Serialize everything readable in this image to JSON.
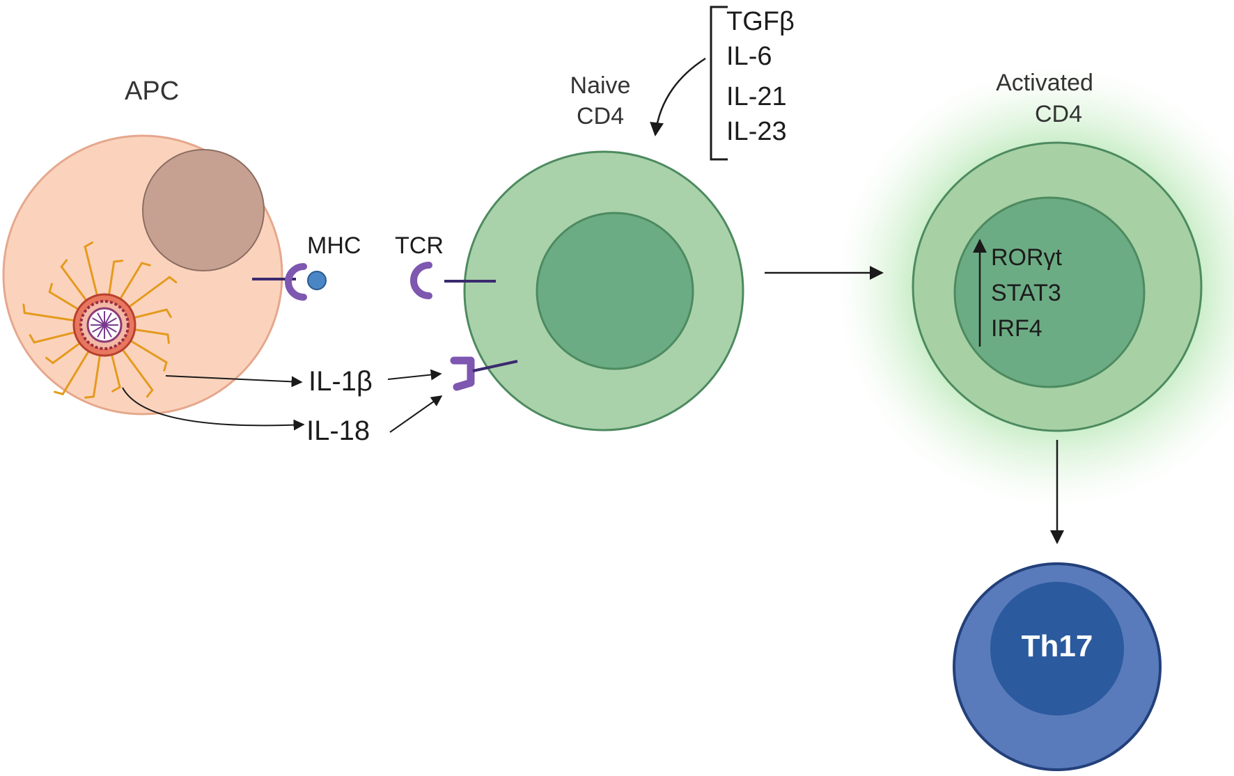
{
  "colors": {
    "apc_fill": "#fbd3bd",
    "apc_stroke": "#e5a78c",
    "apc_nucleus": "#c6a192",
    "tcell_outer": "#a9d2ab",
    "tcell_inner": "#6cac84",
    "tcell_stroke": "#4d8a5f",
    "glow": "#7fd37f",
    "th17_outer": "#5a7bbb",
    "th17_inner": "#2b5a9e",
    "receptor": "#7e57b0",
    "mhc_peptide": "#4a86c5",
    "arrow": "#1a1a1a"
  },
  "labels": {
    "apc": "APC",
    "mhc": "MHC",
    "tcr": "TCR",
    "naive": "Naive",
    "naive_cd4": "CD4",
    "activated": "Activated",
    "activated_cd4": "CD4",
    "il1b": "IL-1β",
    "il18": "IL-18",
    "th17": "Th17"
  },
  "cytokines": [
    "TGFβ",
    "IL-6",
    "IL-21",
    "IL-23"
  ],
  "transcription_factors": [
    "RORγt",
    "STAT3",
    "IRF4"
  ],
  "icons": {
    "inflammasome": "inflammasome-icon",
    "upregulation": "up-arrow-icon"
  }
}
